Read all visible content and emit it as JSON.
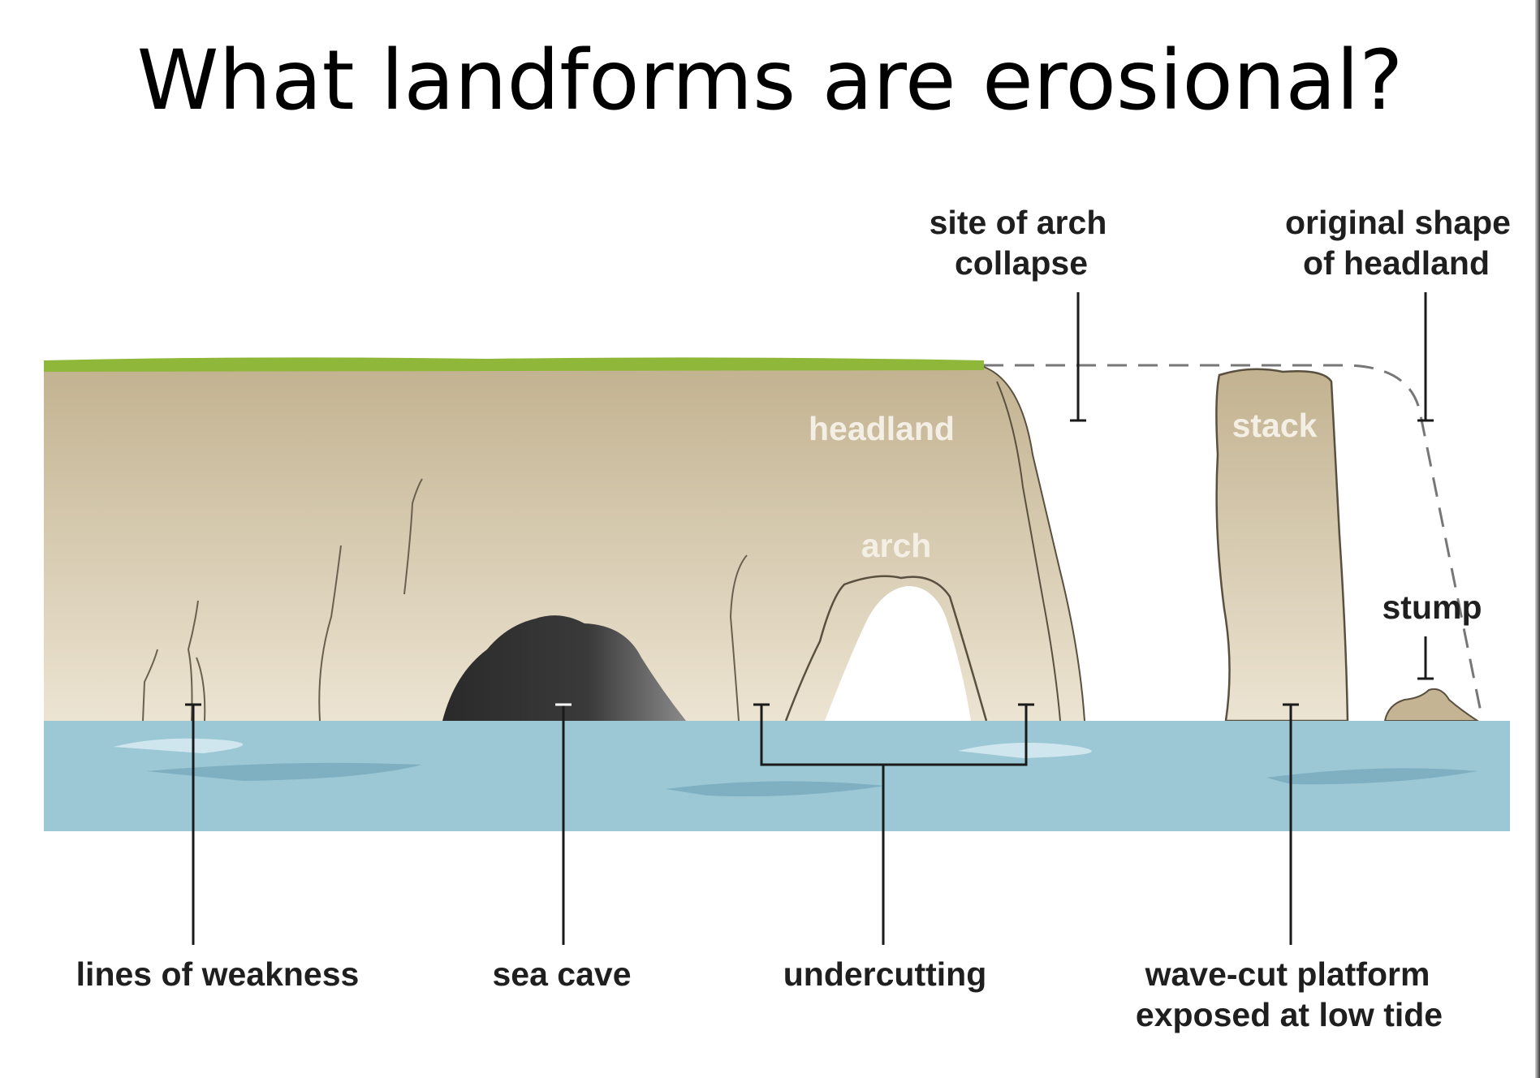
{
  "title": "What landforms are erosional?",
  "diagram": {
    "labels": {
      "site_of_arch_collapse_1": "site of arch",
      "site_of_arch_collapse_2": "collapse",
      "original_shape_1": "original shape",
      "original_shape_2": "of headland",
      "headland": "headland",
      "arch": "arch",
      "stack": "stack",
      "stump": "stump",
      "lines_of_weakness": "lines of weakness",
      "sea_cave": "sea cave",
      "undercutting": "undercutting",
      "wave_cut_platform_1": "wave-cut platform",
      "wave_cut_platform_2": "exposed at low tide"
    },
    "colors": {
      "rock": "#c4b493",
      "rock_light": "#e8e0cc",
      "grass": "#8fb83a",
      "sea": "#9cc8d6",
      "cave": "#2e2e2e",
      "leader": "#1a1a1a"
    }
  }
}
